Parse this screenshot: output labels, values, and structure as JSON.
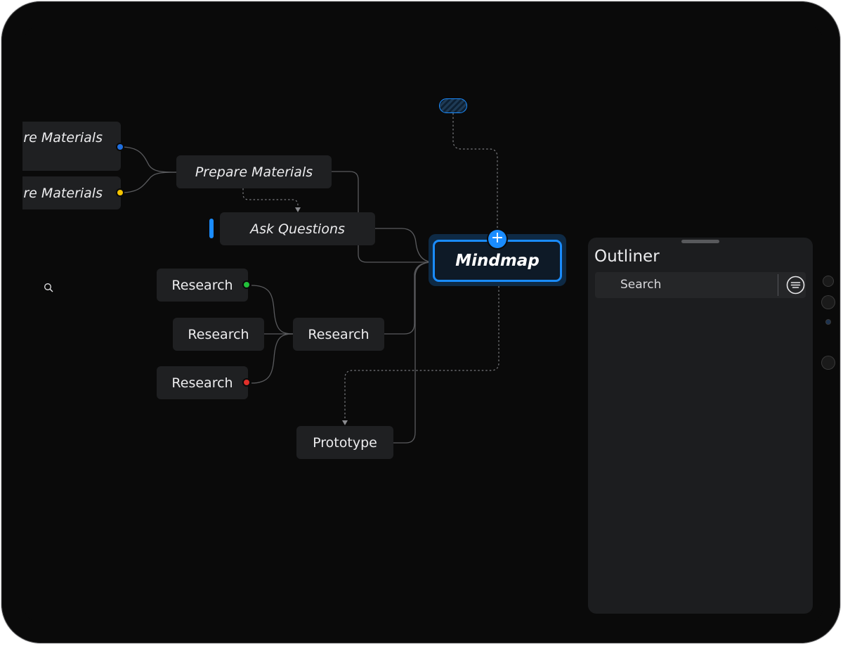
{
  "nodes": {
    "left_top": "re Materials",
    "left_bottom": "re Materials",
    "prepare": "Prepare Materials",
    "ask": "Ask Questions",
    "central": "Mindmap",
    "research_center": "Research",
    "research_top": "Research",
    "research_middle": "Research",
    "research_bottom": "Research",
    "prototype": "Prototype"
  },
  "dot_colors": {
    "blue": "#1f6fe0",
    "yellow": "#f5c400",
    "green": "#22c03a",
    "red": "#e0302a"
  },
  "accent_color": "#1a8cff",
  "add_button_glyph": "+",
  "outliner": {
    "title": "Outliner",
    "search_placeholder": "Search"
  },
  "icons": {
    "zoom": "magnifier-icon",
    "filter": "filter-list-icon",
    "add": "plus-icon"
  }
}
